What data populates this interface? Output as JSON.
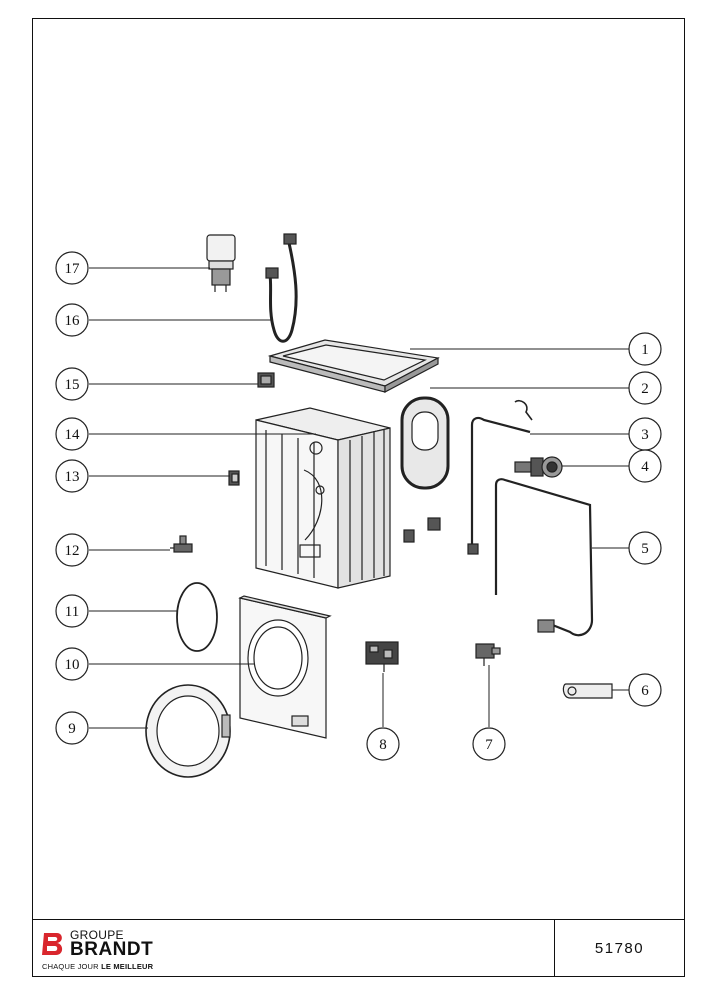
{
  "callouts": [
    {
      "n": "1"
    },
    {
      "n": "2"
    },
    {
      "n": "3"
    },
    {
      "n": "4"
    },
    {
      "n": "5"
    },
    {
      "n": "6"
    },
    {
      "n": "7"
    },
    {
      "n": "8"
    },
    {
      "n": "9"
    },
    {
      "n": "10"
    },
    {
      "n": "11"
    },
    {
      "n": "12"
    },
    {
      "n": "13"
    },
    {
      "n": "14"
    },
    {
      "n": "15"
    },
    {
      "n": "16"
    },
    {
      "n": "17"
    }
  ],
  "footer": {
    "brand_line1": "GROUPE",
    "brand_line2": "BRANDT",
    "tagline_prefix": "CHAQUE JOUR ",
    "tagline_bold": "LE MEILLEUR",
    "doc_number": "51780"
  },
  "colors": {
    "ink": "#111111",
    "brand_red": "#d9262d"
  }
}
